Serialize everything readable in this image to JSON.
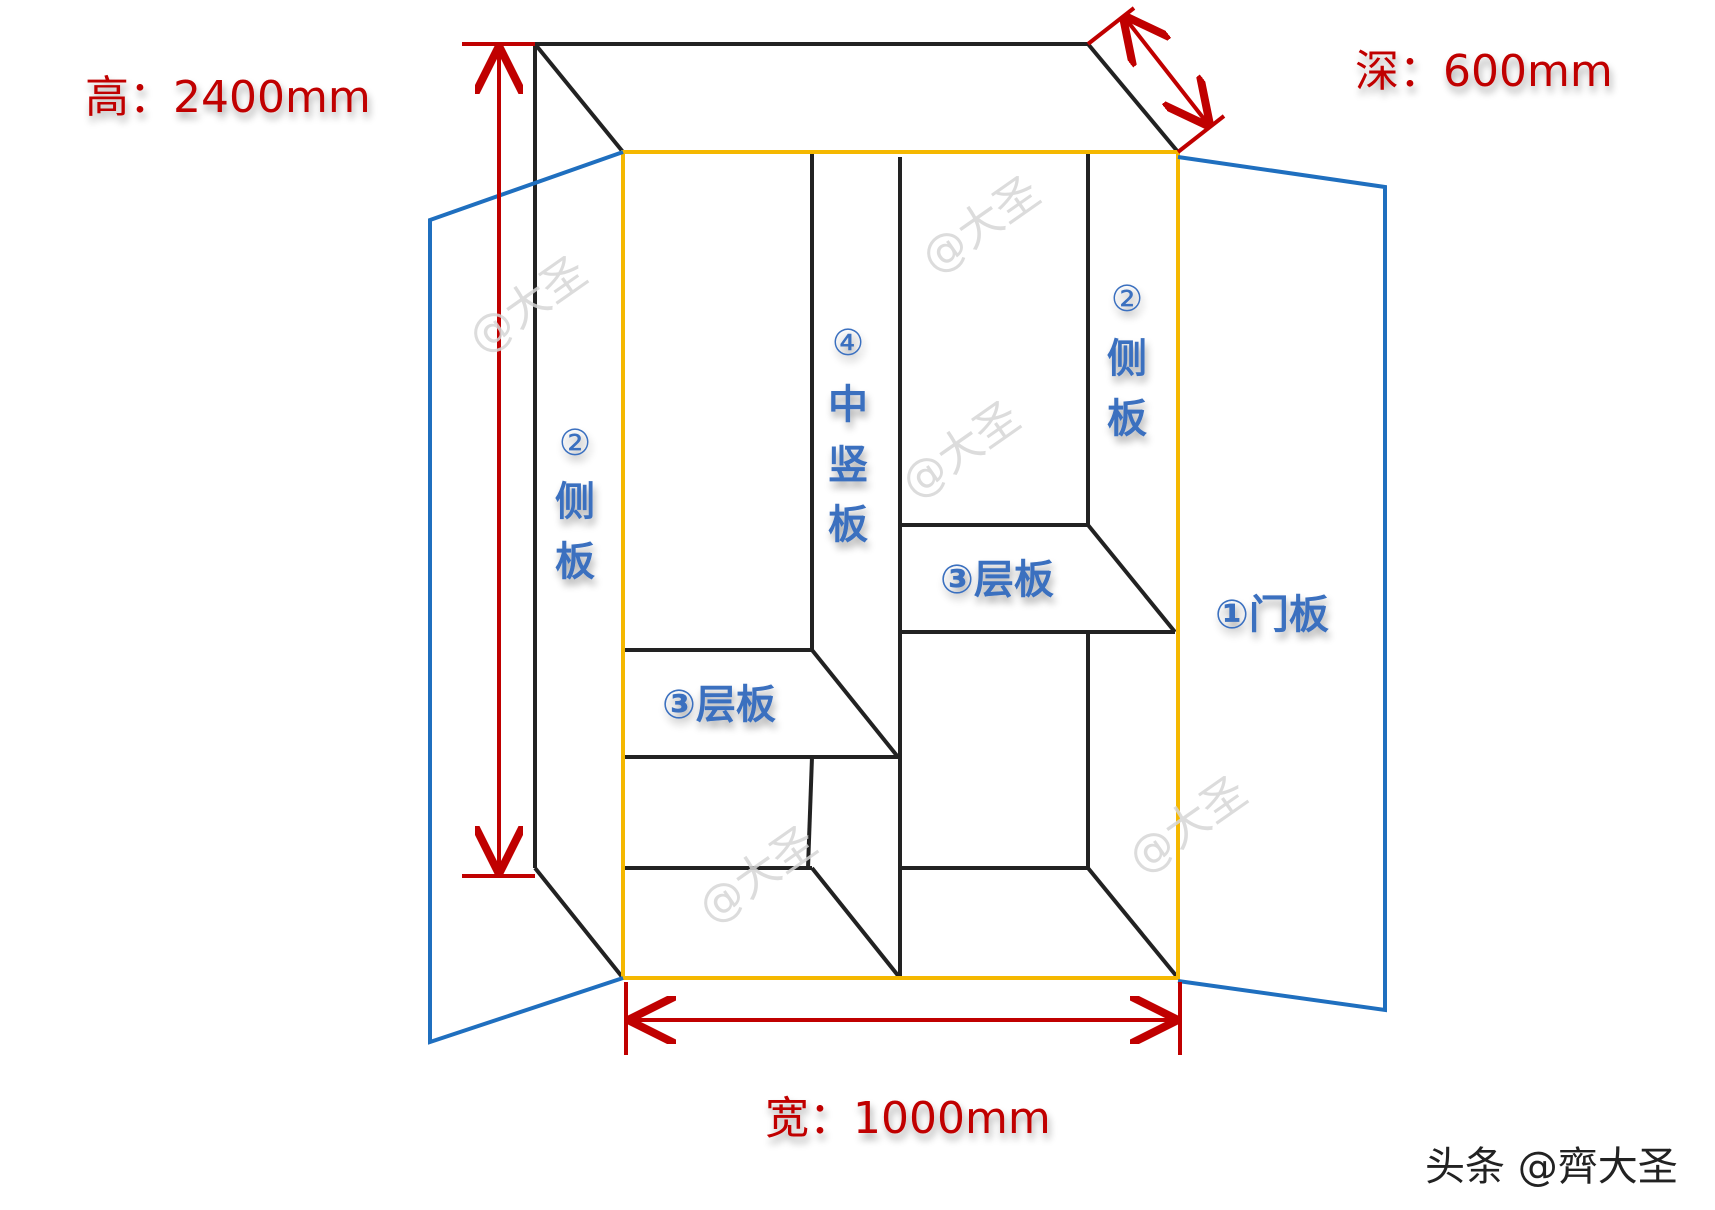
{
  "dimensions": {
    "height": "高：2400mm",
    "depth": "深：600mm",
    "width": "宽：1000mm"
  },
  "labels": {
    "side_panel": {
      "num": "②",
      "chars": [
        "侧",
        "板"
      ]
    },
    "middle_vertical_panel": {
      "num": "④",
      "chars": [
        "中",
        "竖",
        "板"
      ]
    },
    "shelf": "③层板",
    "door": "①门板"
  },
  "watermark": "@大圣",
  "credit": "头条 @齊大圣",
  "colors": {
    "dimension": "#c00000",
    "door_panel": "#1f6fbf",
    "front_frame": "#f5b800",
    "structure": "#222222",
    "label": "#3a6fbf"
  }
}
